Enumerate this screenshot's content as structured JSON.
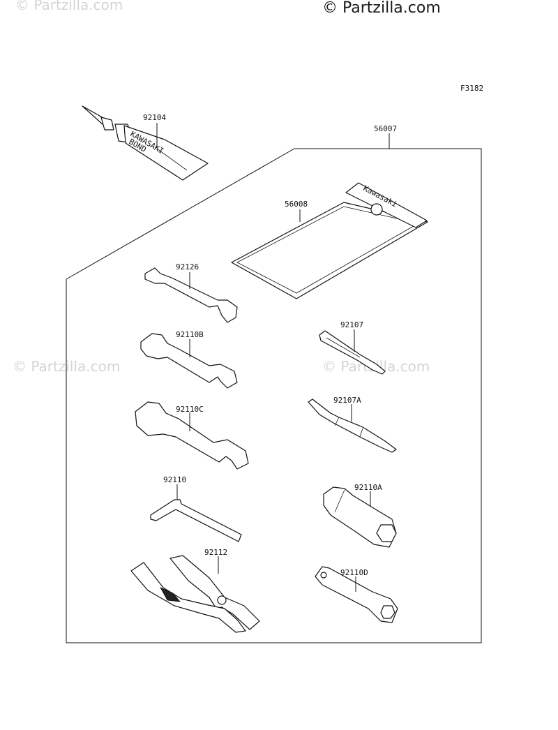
{
  "watermarks": {
    "top_left": "© Partzilla.com",
    "top_center": "© Partzilla.com",
    "mid_left": "© Partzilla.com",
    "mid_right": "© Partzilla.com"
  },
  "diagram_code": "F3182",
  "parts": {
    "bond": "92104",
    "kit": "56007",
    "bag": "56008",
    "bag_brand": "Kawasaki",
    "tube_brand": "KAWASAKI",
    "tube_product": "BOND",
    "wrench_small": "92126",
    "wrench_medium": "92110B",
    "wrench_large": "92110C",
    "hex_key": "92110",
    "pliers": "92112",
    "screwdriver": "92107",
    "screwdriver_blade": "92107A",
    "plug_wrench": "92110A",
    "box_wrench": "92110D"
  }
}
